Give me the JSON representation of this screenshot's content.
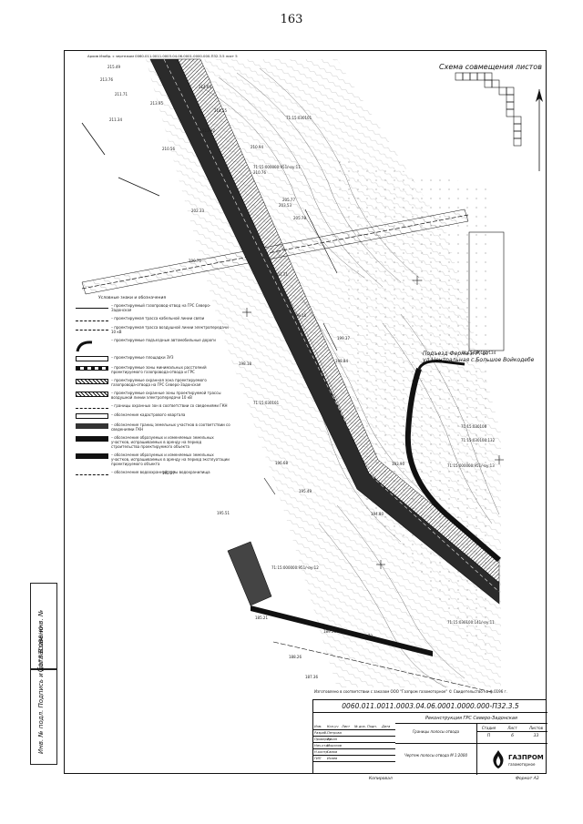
{
  "page_number": "163",
  "sheet_scheme": {
    "title": "Схема совмещения листов"
  },
  "top_note": "Архив Изобр. с чертежом 0060.011.0011.0003.04.06.0001.0000.000-П32.3.5 лист 5",
  "road_note": {
    "line1": "Подъезд Ферма и Р. от",
    "line2": "ул.Центральная с.Большое Войкодебе"
  },
  "legend": {
    "title": "Условные знаки и обозначения",
    "items": [
      {
        "symbol": "line",
        "text": "– проектируемый газопровод-отвод на ГРС Северо-Задонская"
      },
      {
        "symbol": "dash",
        "text": "– проектируемая трасса кабельной линии связи"
      },
      {
        "symbol": "dash",
        "text": "– проектируемая трасса воздушной линии электропередачи 10 кВ"
      },
      {
        "symbol": "curve",
        "text": "– проектируемые подъездные автомобильные дороги"
      },
      {
        "symbol": "box",
        "text": "– проектируемые площадки ЗУЗ"
      },
      {
        "symbol": "bar",
        "text": "– проектируемые зоны минимальных расстояний проектируемого газопровода-отвода и ГРС"
      },
      {
        "symbol": "hatch",
        "text": "– проектируемые охранная зона проектируемого газопровода-отвода на ГРС Северо-Задонская"
      },
      {
        "symbol": "hatch",
        "text": "– проектируемые охранные зоны проектируемой трассы воздушной линии электропередачи 10 кВ"
      },
      {
        "symbol": "dash",
        "text": "– границы охранных зон в соответствии со сведениями ГКН"
      },
      {
        "symbol": "box",
        "text": "– обозначение кадастрового квартала"
      },
      {
        "symbol": "dark",
        "text": "– обозначение границ земельных участков в соответствии со сведениями ГКН"
      },
      {
        "symbol": "black",
        "text": "– обозначение образуемых и изменяемых земельных участков, испрашиваемых в аренду на период строительства проектируемого объекта"
      },
      {
        "symbol": "black",
        "text": "– обозначение образуемых и изменяемых земельных участков, испрашиваемых в аренду на период эксплуатации проектируемого объекта"
      },
      {
        "symbol": "dash",
        "text": "– обозначение водоохранной зоны водохранилища"
      }
    ]
  },
  "side_stamp": {
    "agreed": "Согласовано",
    "fields": "Инв. № подл.  Подпись и дата  Взам. инв. №"
  },
  "copyright_note": "Изготовлено в соответствии с заказом ООО \"Газпром газомоторное\" © Свидетельство на ф.0196 г.",
  "title_block": {
    "code": "0060.011.0011.0003.04.06.0001.0000.000-П32.3.5",
    "project": "Реконструкция ГРС Северо-Задонская",
    "rows": [
      {
        "a": "Изм.",
        "b": "Кол.уч",
        "c": "Лист",
        "d": "№ док.",
        "e": "Подп.",
        "f": "Дата"
      },
      {
        "a": "Разраб.",
        "b": "Петрова",
        "c": "",
        "d": "",
        "e": "",
        "f": ""
      },
      {
        "a": "Проверил",
        "b": "Тукан",
        "c": "",
        "d": "",
        "e": "",
        "f": ""
      },
      {
        "a": "Нач.отд.",
        "b": "Морозов",
        "c": "",
        "d": "",
        "e": "",
        "f": ""
      },
      {
        "a": "Н.контр.",
        "b": "Гамов",
        "c": "",
        "d": "",
        "e": "",
        "f": ""
      },
      {
        "a": "ГИП",
        "b": "Исаев",
        "c": "",
        "d": "",
        "e": "",
        "f": ""
      }
    ],
    "sheet_name": "Границы полосы отвода",
    "stage_labels": {
      "stage": "Стадия",
      "sheet": "Лист",
      "sheets": "Листов"
    },
    "stage_values": {
      "stage": "П",
      "sheet": "6",
      "sheets": "33"
    },
    "drawing": "Чертеж полосы отвода М 1:2000",
    "logo_text": "ГАЗПРОМ",
    "logo_sub": "газомоторное"
  },
  "below_left": "Копировал",
  "below_right": "Формат А3",
  "map_labels": {
    "elevations": [
      "215.49",
      "213.76",
      "214.69",
      "214.55",
      "213.95",
      "211.71",
      "211.34",
      "213.82",
      "210.56",
      "210.94",
      "210.76",
      "205.77",
      "205.78",
      "203.53",
      "202.33",
      "201.71",
      "200.71",
      "199.18",
      "199.37",
      "198.84",
      "198.18",
      "196.68",
      "195.49",
      "192.27",
      "195.51",
      "194.80",
      "193.90",
      "189.51",
      "188.26",
      "187.36",
      "186.72",
      "185.21"
    ],
    "parcel_ids": [
      "71:15:030101",
      "71:15:000000:951/чзу:11",
      "71:15:030101",
      "71:15:000000:951/чзу:12",
      "71:15:030101:134",
      "71:15:030100",
      "71:15:030100:132",
      "71:15:000000:951/чзу:13",
      "71:15:030100:141/чзу:11"
    ]
  }
}
